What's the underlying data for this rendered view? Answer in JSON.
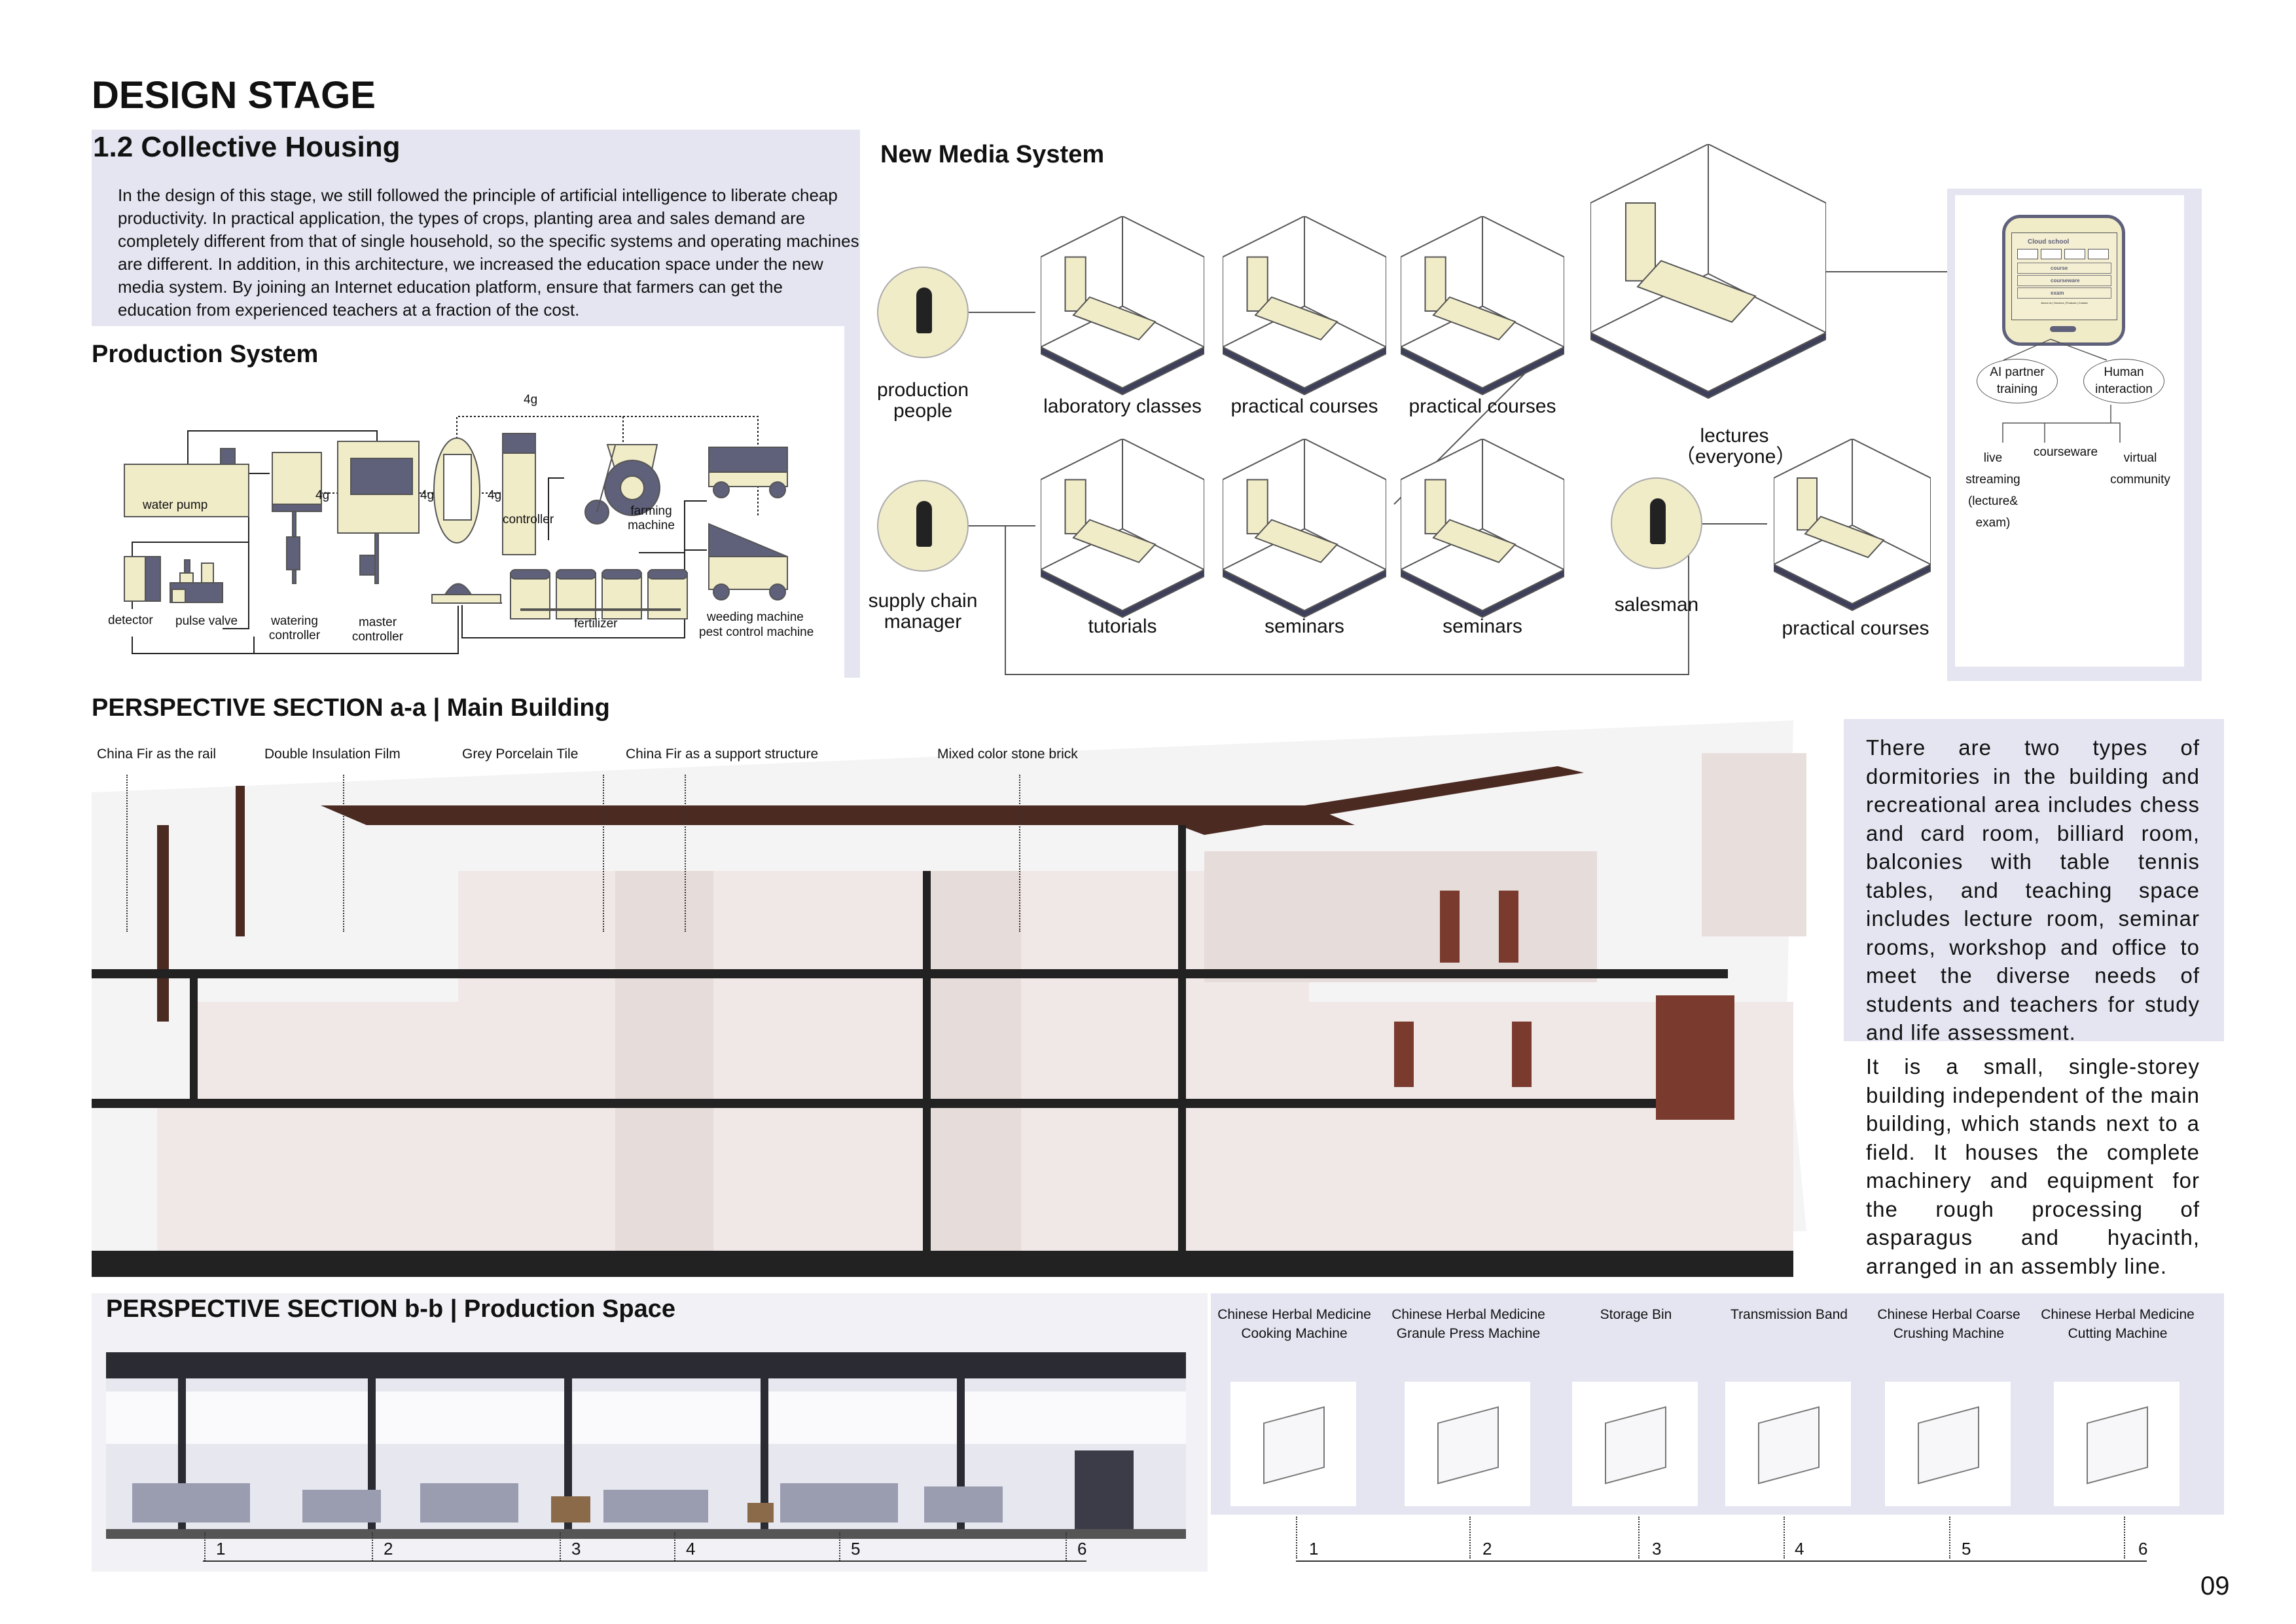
{
  "page": {
    "title": "DESIGN STAGE",
    "page_number": "09"
  },
  "intro": {
    "title": "1.2 Collective Housing",
    "paragraph": "In the design of this stage, we still followed the principle of artificial intelligence to liberate cheap productivity.  In practical application, the types of crops, planting area and sales demand are completely different from that of single household, so the specific systems and operating machines are different. In addition, in this architecture, we increased the education space under the new media system. By joining an Internet education platform, ensure that farmers can get the education from experienced teachers at a fraction of the cost."
  },
  "production_system": {
    "title": "Production System",
    "signal_labels": [
      "4g",
      "4g",
      "4g",
      "4g"
    ],
    "labels": {
      "water_pump": "water pump",
      "controller": "controller",
      "farming_machine": "farming machine",
      "detector": "detector",
      "pulse_valve": "pulse valve",
      "watering_controller": "watering controller",
      "master_controller": "master controller",
      "fertilizer": "fertilizer",
      "weeding_machine": "weeding machine",
      "pest_control_machine": "pest control machine"
    }
  },
  "new_media": {
    "title": "New Media System",
    "people": {
      "production_people": "production people",
      "supply_chain_manager": "supply chain manager",
      "salesman": "salesman"
    },
    "rooms_top": [
      "laboratory classes",
      "practical courses",
      "practical courses"
    ],
    "lectures": "lectures\n（everyone）",
    "rooms_bottom": [
      "tutorials",
      "seminars",
      "seminars"
    ],
    "practical_courses_sales": "practical courses",
    "phone": {
      "app_name": "Cloud school",
      "menu": [
        "course",
        "courseware",
        "exam"
      ],
      "footer": "About Us | Services | Products | Contact"
    },
    "branches": {
      "ai": "AI partner training",
      "human": "Human interaction"
    },
    "leaves": [
      "live streaming (lecture& exam)",
      "courseware",
      "virtual community"
    ]
  },
  "section_aa": {
    "title": "PERSPECTIVE SECTION a-a | Main Building",
    "materials": [
      "China Fir as the rail",
      "Double Insulation Film",
      "Grey Porcelain Tile",
      "China Fir as a support structure",
      "Mixed color stone brick"
    ],
    "description_1": "There are two types of dormitories in the building and recreational area includes chess and card room, billiard room, balconies with table tennis tables, and teaching space includes lecture room, seminar rooms, workshop and office to meet the diverse needs of students and teachers for study and life assessment.",
    "description_2": "It is a small, single-storey building independent of the main building, which stands next to a field. It houses the complete machinery and equipment for the rough processing of asparagus and hyacinth, arranged in an assembly line."
  },
  "section_bb": {
    "title": "PERSPECTIVE SECTION b-b | Production Space",
    "axis_numbers": [
      "1",
      "2",
      "3",
      "4",
      "5",
      "6"
    ],
    "machines": [
      {
        "name": "Chinese Herbal Medicine Cooking Machine",
        "number": "1"
      },
      {
        "name": "Chinese Herbal Medicine Granule Press Machine",
        "number": "2"
      },
      {
        "name": "Storage Bin",
        "number": "3"
      },
      {
        "name": "Transmission Band",
        "number": "4"
      },
      {
        "name": "Chinese Herbal Coarse Crushing Machine",
        "number": "5"
      },
      {
        "name": "Chinese Herbal Medicine Cutting Machine",
        "number": "6"
      }
    ]
  },
  "colors": {
    "lavender": "#e4e5f1",
    "cream": "#f1ecc8",
    "slate": "#5f607a",
    "brick": "#7a3a2e",
    "wood": "#5a2f22"
  }
}
